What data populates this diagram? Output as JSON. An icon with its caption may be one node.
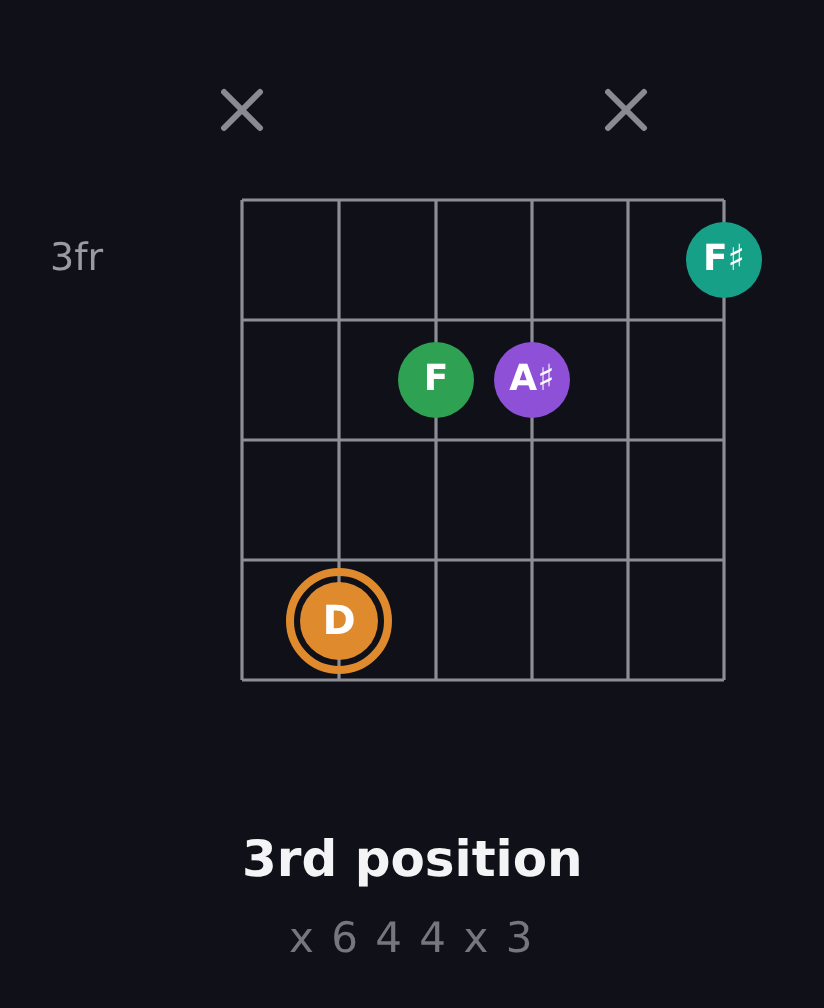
{
  "diagram": {
    "title": "3rd position",
    "caption": "x 6 4 4 x 3",
    "nodes": [
      {
        "text": [
          "F♯"
        ]
      },
      {
        "text": [
          "F"
        ]
      },
      {
        "text": [
          "A♯"
        ]
      },
      {
        "text": [
          "D"
        ]
      }
    ],
    "labels": [
      "3fr"
    ]
  }
}
